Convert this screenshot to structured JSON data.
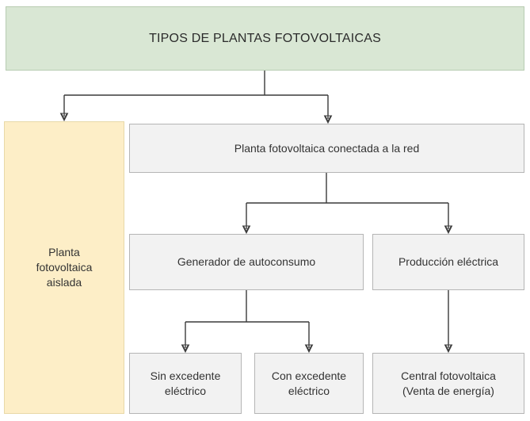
{
  "diagram": {
    "type": "flowchart",
    "title_node": {
      "label": "TIPOS DE PLANTAS FOTOVOLTAICAS",
      "fill": "#d9e7d4",
      "border": "#b8ccb2"
    },
    "nodes": [
      {
        "id": "planta-aislada",
        "label": "Planta\nfotovoltaica\naislada",
        "fill": "#fdeec7",
        "border": "#e8d9a8"
      },
      {
        "id": "planta-conectada",
        "label": "Planta fotovoltaica conectada a la red",
        "fill": "#f2f2f2",
        "border": "#b5b5b5"
      },
      {
        "id": "generador-autoconsumo",
        "label": "Generador de autoconsumo",
        "fill": "#f2f2f2",
        "border": "#b5b5b5"
      },
      {
        "id": "produccion-electrica",
        "label": "Producción eléctrica",
        "fill": "#f2f2f2",
        "border": "#b5b5b5"
      },
      {
        "id": "sin-excedente",
        "label": "Sin excedente\neléctrico",
        "fill": "#f2f2f2",
        "border": "#b5b5b5"
      },
      {
        "id": "con-excedente",
        "label": "Con excedente\neléctrico",
        "fill": "#f2f2f2",
        "border": "#b5b5b5"
      },
      {
        "id": "central-fotovoltaica",
        "label": "Central fotovoltaica\n(Venta de energía)",
        "fill": "#f2f2f2",
        "border": "#b5b5b5"
      }
    ],
    "edges": [
      {
        "from": "title",
        "to": "planta-aislada"
      },
      {
        "from": "title",
        "to": "planta-conectada"
      },
      {
        "from": "planta-conectada",
        "to": "generador-autoconsumo"
      },
      {
        "from": "planta-conectada",
        "to": "produccion-electrica"
      },
      {
        "from": "generador-autoconsumo",
        "to": "sin-excedente"
      },
      {
        "from": "generador-autoconsumo",
        "to": "con-excedente"
      },
      {
        "from": "produccion-electrica",
        "to": "central-fotovoltaica"
      }
    ],
    "connector_color": "#3a3a3a"
  }
}
